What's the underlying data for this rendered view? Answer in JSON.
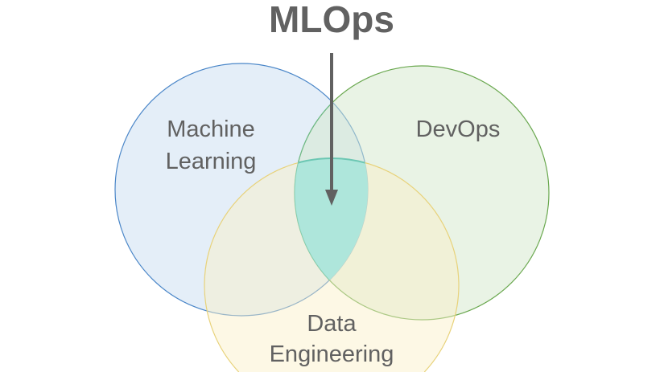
{
  "title": "MLOps",
  "sets": [
    {
      "name": "machine-learning",
      "lines": [
        "Machine",
        "Learning"
      ],
      "stroke": "#4a86c8",
      "fill": "#c9def1"
    },
    {
      "name": "devops",
      "lines": [
        "DevOps"
      ],
      "stroke": "#6aa84f",
      "fill": "#d4e8cc"
    },
    {
      "name": "data-engineering",
      "lines": [
        "Data",
        "Engineering"
      ],
      "stroke": "#e8d27a",
      "fill": "#fbefc6"
    }
  ],
  "intersection": {
    "fill": "#aee6db",
    "stroke": "#6cc7b3"
  },
  "arrow_color": "#616161"
}
